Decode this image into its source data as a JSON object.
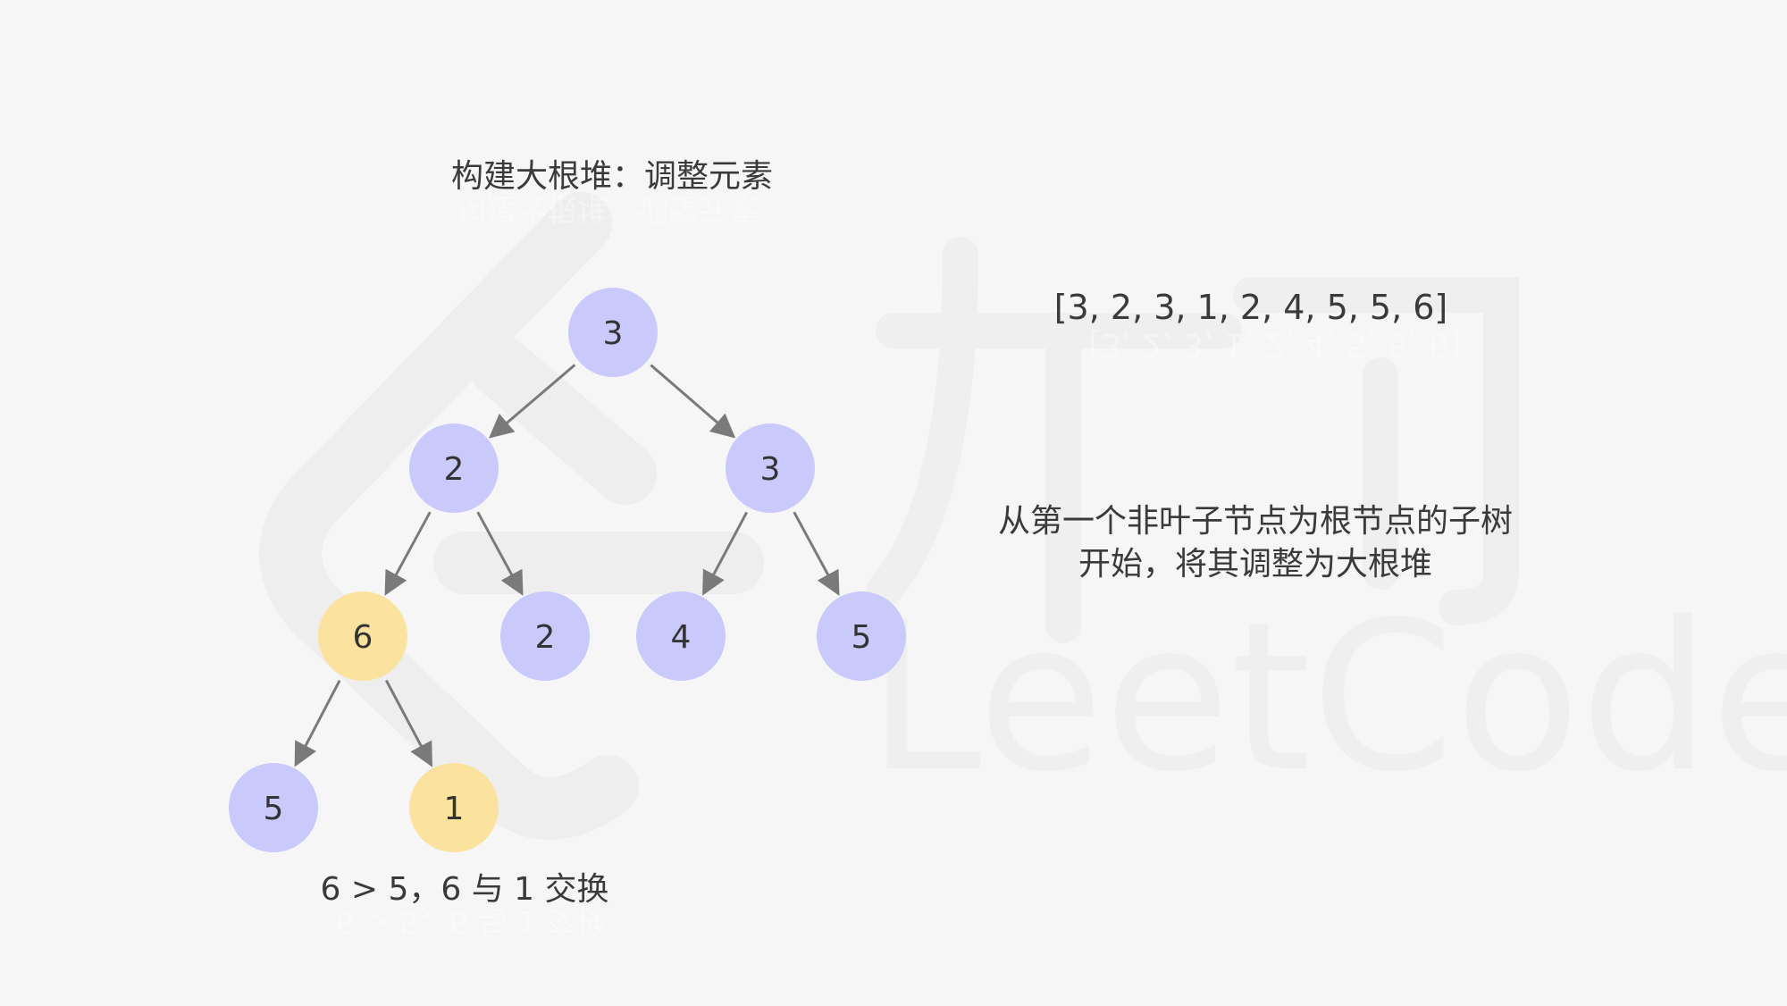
{
  "title": "构建大根堆：调整元素",
  "array_text": "[3, 2, 3, 1, 2, 4, 5, 5, 6]",
  "explanation": {
    "line1": "从第一个非叶子节点为根节点的子树",
    "line2": "开始，将其调整为大根堆"
  },
  "note": "6 > 5，6 与 1 交换",
  "watermark_text": "LeetCode",
  "colors": {
    "node_default": "#c9c9fb",
    "node_highlight": "#fbe29e",
    "edge": "#7a7a7a",
    "background": "#f6f6f6"
  },
  "tree": {
    "nodes": [
      {
        "id": "n0",
        "value": "3",
        "state": "default"
      },
      {
        "id": "n1",
        "value": "2",
        "state": "default"
      },
      {
        "id": "n2",
        "value": "3",
        "state": "default"
      },
      {
        "id": "n3",
        "value": "6",
        "state": "highlight"
      },
      {
        "id": "n4",
        "value": "2",
        "state": "default"
      },
      {
        "id": "n5",
        "value": "4",
        "state": "default"
      },
      {
        "id": "n6",
        "value": "5",
        "state": "default"
      },
      {
        "id": "n7",
        "value": "5",
        "state": "default"
      },
      {
        "id": "n8",
        "value": "1",
        "state": "highlight"
      }
    ],
    "edges": [
      [
        "n0",
        "n1"
      ],
      [
        "n0",
        "n2"
      ],
      [
        "n1",
        "n3"
      ],
      [
        "n1",
        "n4"
      ],
      [
        "n2",
        "n5"
      ],
      [
        "n2",
        "n6"
      ],
      [
        "n3",
        "n7"
      ],
      [
        "n3",
        "n8"
      ]
    ]
  }
}
